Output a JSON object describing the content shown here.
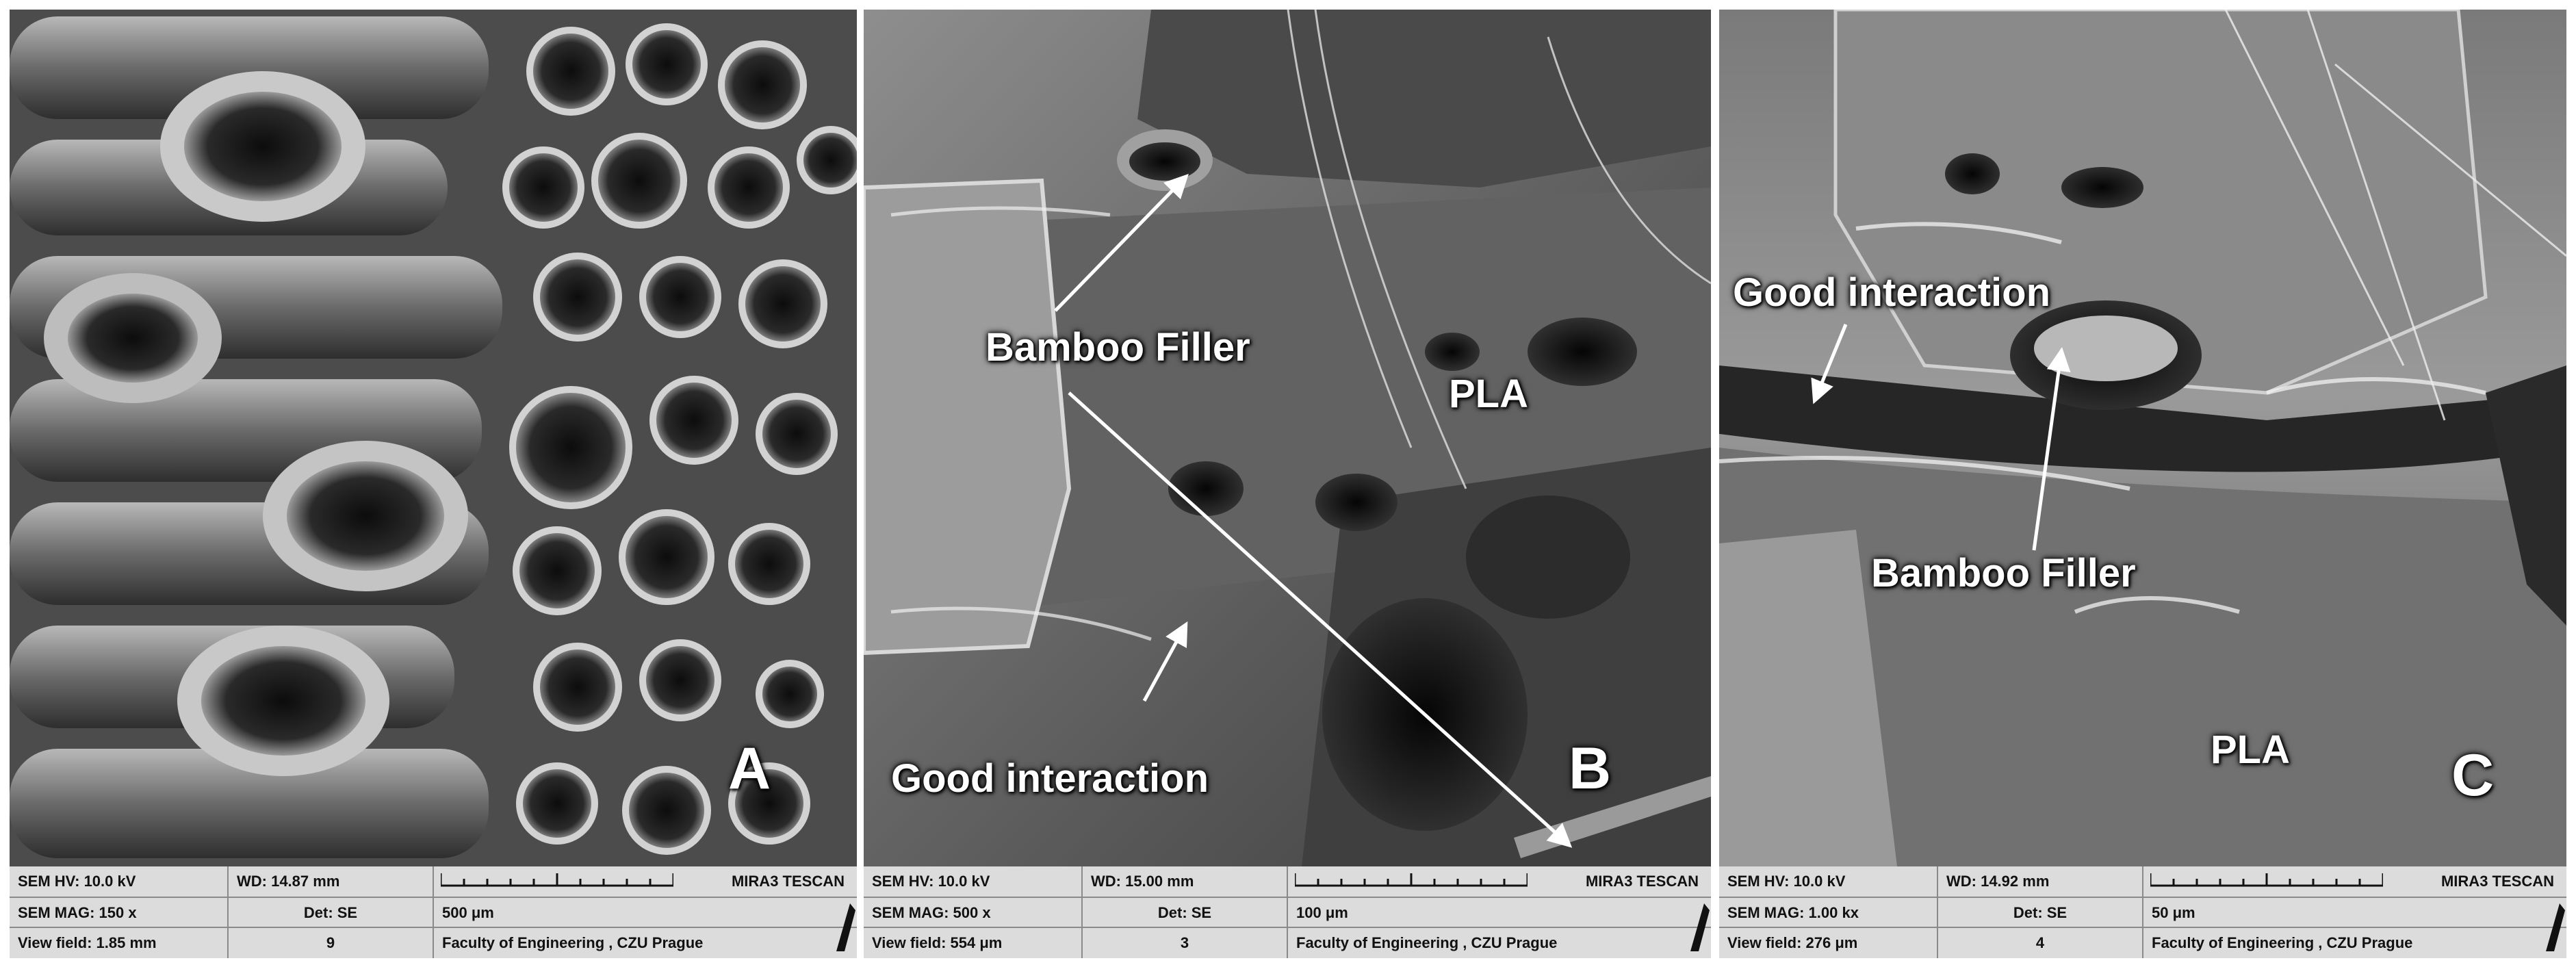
{
  "panels": [
    {
      "letter": "A",
      "labels": [],
      "footer": {
        "hv": "SEM HV: 10.0 kV",
        "wd": "WD: 14.87 mm",
        "brand": "MIRA3 TESCAN",
        "mag": "SEM MAG: 150 x",
        "det": "Det: SE",
        "scale": "500 μm",
        "view_field": "View field: 1.85 mm",
        "number": "9",
        "faculty": "Faculty of Engineering , CZU Prague"
      }
    },
    {
      "letter": "B",
      "labels": [
        "Bamboo Filler",
        "PLA",
        "Good interaction"
      ],
      "footer": {
        "hv": "SEM HV: 10.0 kV",
        "wd": "WD: 15.00 mm",
        "brand": "MIRA3 TESCAN",
        "mag": "SEM MAG: 500 x",
        "det": "Det: SE",
        "scale": "100 μm",
        "view_field": "View field: 554 μm",
        "number": "3",
        "faculty": "Faculty of Engineering , CZU Prague"
      }
    },
    {
      "letter": "C",
      "labels": [
        "Good interaction",
        "Bamboo Filler",
        "PLA"
      ],
      "footer": {
        "hv": "SEM HV: 10.0 kV",
        "wd": "WD: 14.92 mm",
        "brand": "MIRA3 TESCAN",
        "mag": "SEM MAG: 1.00 kx",
        "det": "Det: SE",
        "scale": "50 μm",
        "view_field": "View field: 276 μm",
        "number": "4",
        "faculty": "Faculty of Engineering , CZU Prague"
      }
    }
  ]
}
